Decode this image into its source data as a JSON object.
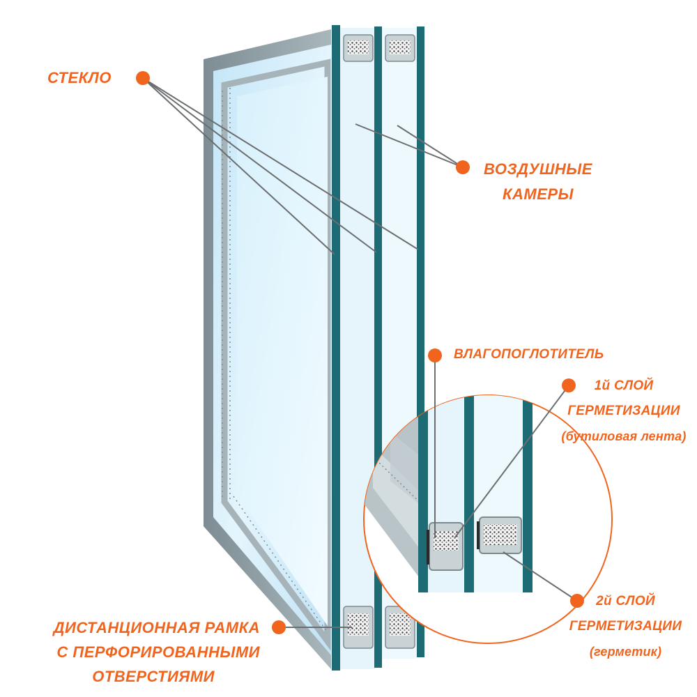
{
  "labels": {
    "glass": "СТЕКЛО",
    "air_chambers_line1": "ВОЗДУШНЫЕ",
    "air_chambers_line2": "КАМЕРЫ",
    "desiccant": "ВЛАГОПОГЛОТИТЕЛЬ",
    "seal1_line1": "1й СЛОЙ",
    "seal1_line2": "ГЕРМЕТИЗАЦИИ",
    "seal1_line3": "(бутиловая лента)",
    "seal2_line1": "2й СЛОЙ",
    "seal2_line2": "ГЕРМЕТИЗАЦИИ",
    "seal2_line3": "(герметик)",
    "spacer_line1": "ДИСТАНЦИОННАЯ РАМКА",
    "spacer_line2": "С ПЕРФОРИРОВАННЫМИ",
    "spacer_line3": "ОТВЕРСТИЯМИ"
  },
  "colors": {
    "accent": "#f0641e",
    "glass_edge": "#1d6b74",
    "glass_fill": "#d9f0fb",
    "frame_gray": "#8e9ea4",
    "leader": "#6b6e70"
  }
}
